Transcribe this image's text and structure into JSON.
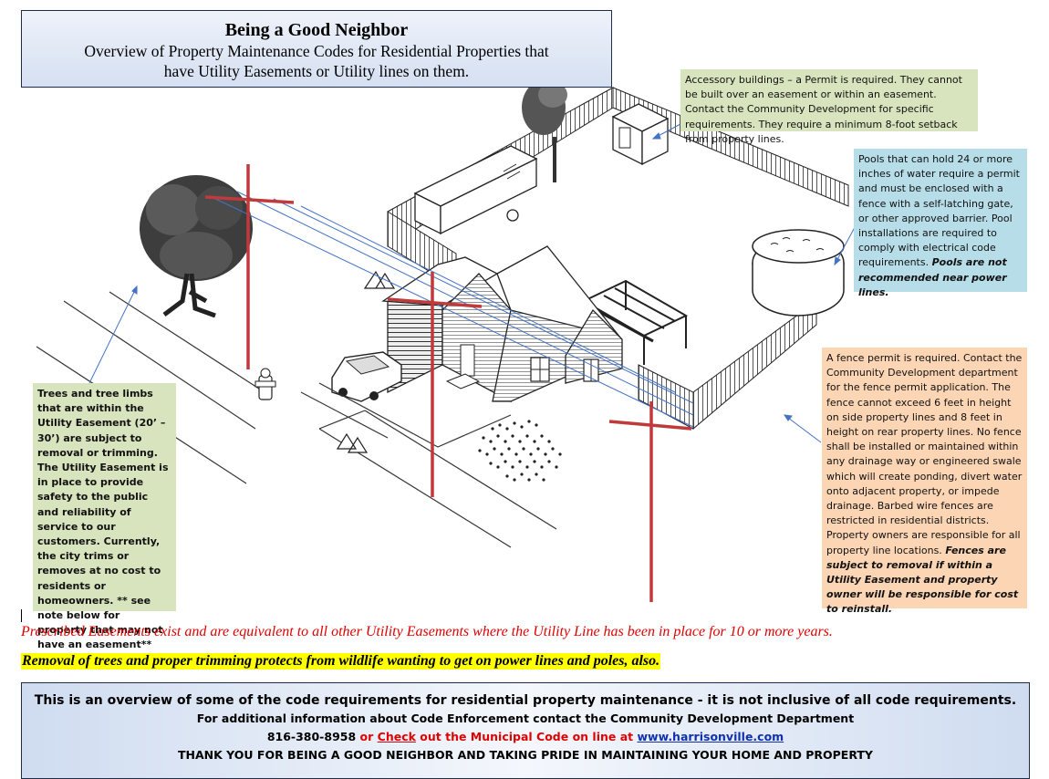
{
  "title": {
    "heading": "Being a Good Neighbor",
    "subtitle_line1": "Overview of Property Maintenance Codes for Residential Properties that",
    "subtitle_line2": "have Utility Easements or Utility lines on them."
  },
  "notes": {
    "accessory": "Accessory buildings – a Permit is required. They cannot be built over an easement or within an easement. Contact the Community Development for specific requirements. They require a minimum 8-foot setback from property lines.",
    "pool_text": "Pools that can hold 24 or more inches of water require a permit and must be enclosed with a fence with a self-latching gate, or other approved barrier. Pool installations are required to comply with electrical code requirements. ",
    "pool_emph": "Pools are not recommended near power lines.",
    "fence_text": "A fence permit is required. Contact the Community Development department for the fence permit application. The fence cannot exceed 6 feet in height on side property lines and 8 feet in height on rear property lines. No fence shall be installed or maintained within any drainage way or engineered swale which will create ponding, divert water onto adjacent property, or impede drainage. Barbed wire fences are restricted in residential districts. Property owners are responsible for all property line locations. ",
    "fence_emph": "Fences are subject to removal if within a Utility Easement and property owner will be responsible for cost to reinstall.",
    "trees": "Trees and tree limbs that are within the Utility Easement (20’ – 30’) are subject to removal or trimming. The Utility Easement is in place to provide safety to the public and reliability of service to our customers. Currently, the city trims or removes at no cost to residents or homeowners. ** see note below for property that may not have an easement**"
  },
  "statements": {
    "prescribed": "Prescribed Easements exist and are equivalent to all other Utility Easements where the Utility Line has been in place for 10 or more years.",
    "wildlife": "Removal of trees and proper trimming protects from wildlife wanting to get on power lines and poles, also."
  },
  "footer": {
    "line1": "This is an overview of some of the code requirements for residential property maintenance - it is not inclusive of all code requirements.",
    "line2": "For additional information about Code Enforcement contact the Community Development Department",
    "phone": "816-380-8958",
    "or_text": " or ",
    "check": "Check",
    "out_text": " out the Municipal Code on line at ",
    "website": "www.harrisonville.com",
    "line4": "THANK YOU FOR BEING A GOOD NEIGHBOR AND TAKING PRIDE IN MAINTAINING YOUR HOME AND PROPERTY"
  },
  "colors": {
    "pole": "#c0393b",
    "wire": "#4472c4",
    "note_green": "#d7e4bd",
    "note_blue": "#b7dde8",
    "note_orange": "#fcd5b5",
    "highlight": "#ffff00"
  }
}
